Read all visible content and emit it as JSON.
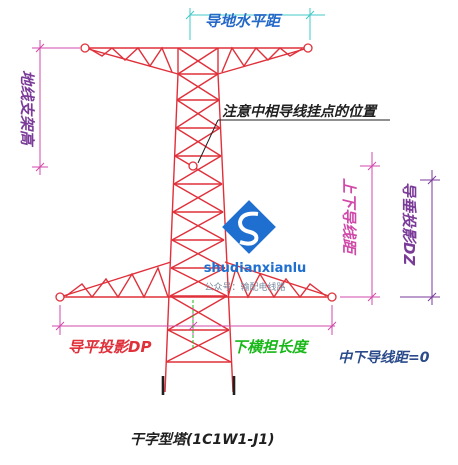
{
  "labels": {
    "top_span": "导地水平距",
    "left_vertical": "地线支架高",
    "note": "注意中相导线挂点的位置",
    "right_inner_vertical": "上下导线距",
    "right_outer_vertical": "导垂投影DZ",
    "horizontal_projection": "导平投影DP",
    "lower_arm_length": "下横担长度",
    "middle_distance": "中下导线距=0",
    "caption": "干字型塔(1C1W1-J1)"
  },
  "watermark": {
    "brand": "shudianxianlu",
    "account": "公众号：输配电线路"
  },
  "colors": {
    "tower": "#e0303a",
    "dimension": "#d048a8",
    "label_blue": "#2468c8",
    "label_green": "#18b818",
    "label_purple": "#7a3a98",
    "logo_blue": "#1f6fd0"
  }
}
